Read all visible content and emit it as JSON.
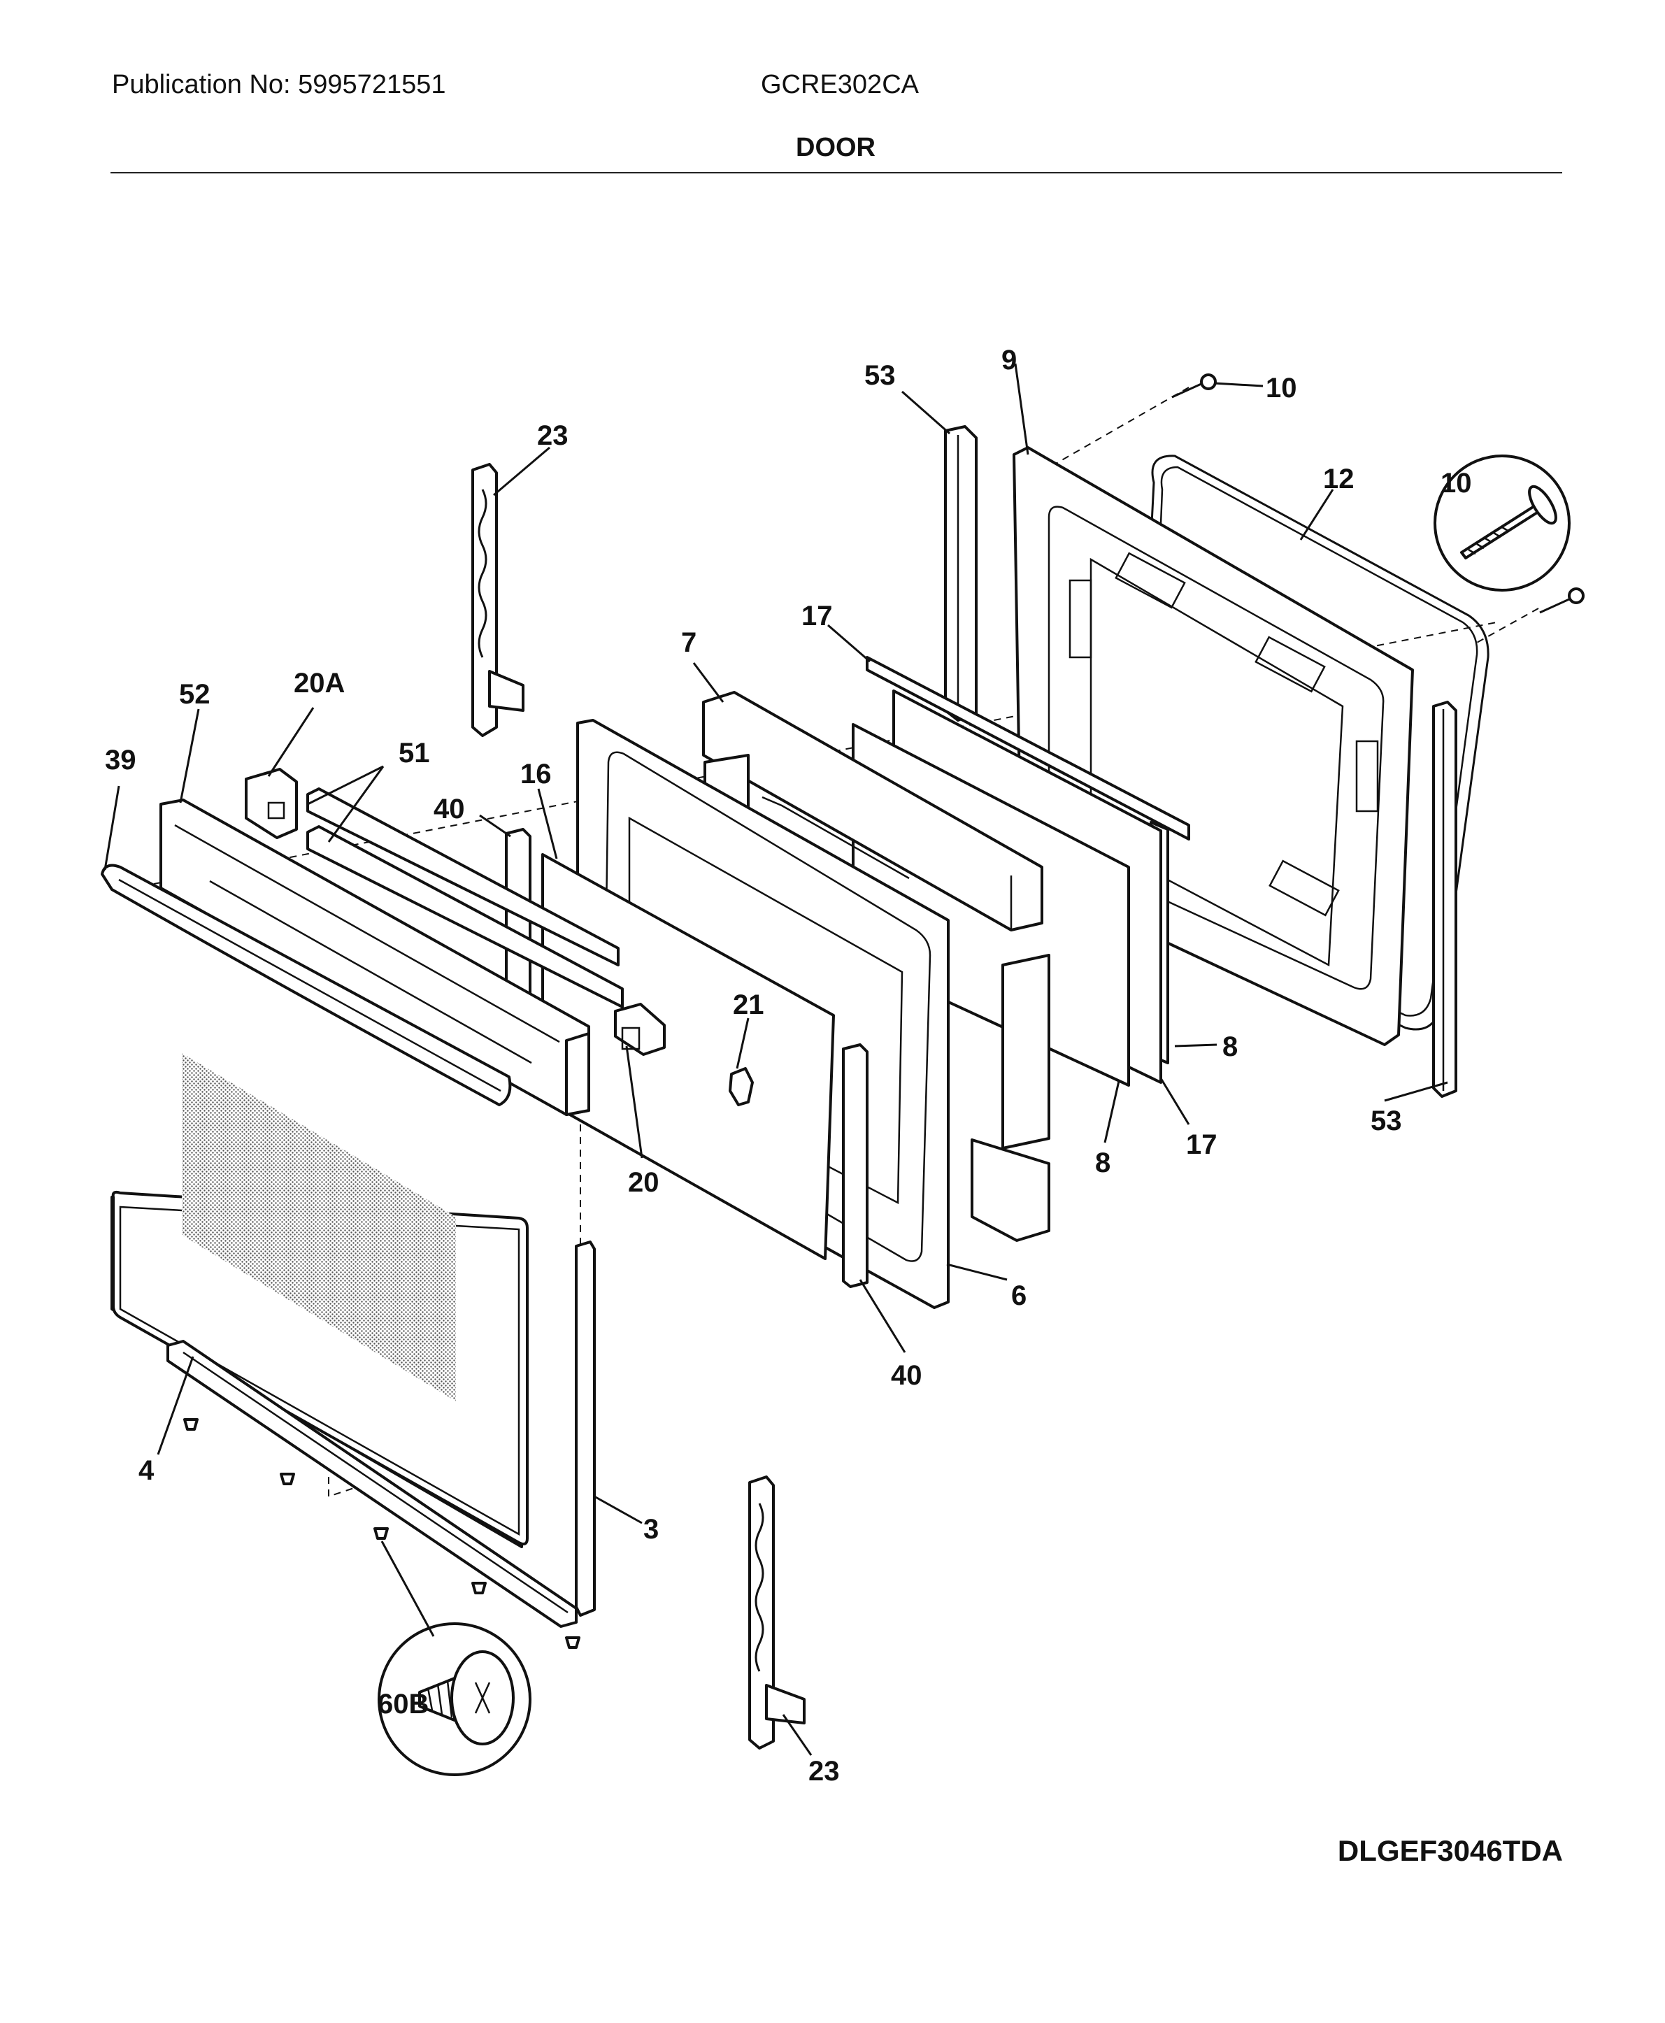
{
  "header": {
    "publication": "Publication No: 5995721551",
    "model": "GCRE302CA",
    "section_title": "DOOR"
  },
  "footer": {
    "diagram_code": "DLGEF3046TDA"
  },
  "callouts": [
    {
      "id": "53",
      "name": "callout-53-top"
    },
    {
      "id": "9",
      "name": "callout-9"
    },
    {
      "id": "10",
      "name": "callout-10"
    },
    {
      "id": "12",
      "name": "callout-12"
    },
    {
      "id": "10",
      "name": "callout-10-detail"
    },
    {
      "id": "23",
      "name": "callout-23-top"
    },
    {
      "id": "17",
      "name": "callout-17-top"
    },
    {
      "id": "7",
      "name": "callout-7"
    },
    {
      "id": "52",
      "name": "callout-52"
    },
    {
      "id": "20A",
      "name": "callout-20a"
    },
    {
      "id": "39",
      "name": "callout-39"
    },
    {
      "id": "51",
      "name": "callout-51"
    },
    {
      "id": "40",
      "name": "callout-40-top"
    },
    {
      "id": "16",
      "name": "callout-16"
    },
    {
      "id": "21",
      "name": "callout-21"
    },
    {
      "id": "8",
      "name": "callout-8-right"
    },
    {
      "id": "20",
      "name": "callout-20"
    },
    {
      "id": "17",
      "name": "callout-17-bottom"
    },
    {
      "id": "53",
      "name": "callout-53-bottom"
    },
    {
      "id": "8",
      "name": "callout-8-bottom"
    },
    {
      "id": "6",
      "name": "callout-6"
    },
    {
      "id": "40",
      "name": "callout-40-bottom"
    },
    {
      "id": "4",
      "name": "callout-4"
    },
    {
      "id": "3",
      "name": "callout-3"
    },
    {
      "id": "60B",
      "name": "callout-60b"
    },
    {
      "id": "23",
      "name": "callout-23-bottom"
    }
  ]
}
